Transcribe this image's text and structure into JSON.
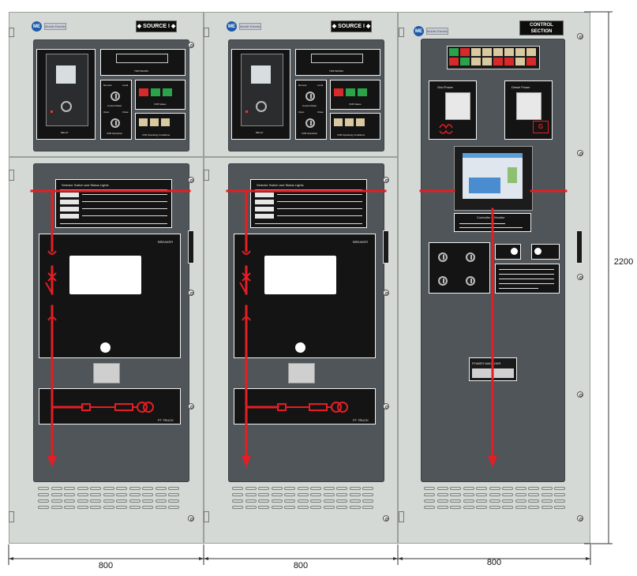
{
  "sections": [
    {
      "badge": "SOURCE I",
      "breaker_label": "BREAKER",
      "pt_label": "PT TRUCK",
      "relay_label": "RELAY",
      "meter_label": "TRIP BANDS",
      "status_label": "VCB Status",
      "control_mode_label": "Control Mode",
      "operation_label": "VCB Operation",
      "conditions_label": "VCB Operating Conditions",
      "remote_label": "Remote",
      "local_label": "Local",
      "open_label": "Open",
      "close_label": "Close",
      "instructions_title": "Selector Switch and Status Lights"
    },
    {
      "badge": "SOURCE I",
      "breaker_label": "BREAKER",
      "pt_label": "PT TRUCK",
      "relay_label": "RELAY",
      "meter_label": "TRIP BANDS",
      "status_label": "VCB Status",
      "control_mode_label": "Control Mode",
      "operation_label": "VCB Operation",
      "conditions_label": "VCB Operating Conditions",
      "remote_label": "Remote",
      "local_label": "Local",
      "open_label": "Open",
      "close_label": "Close",
      "instructions_title": "Selector Switch and Status Lights"
    }
  ],
  "control": {
    "badge_line1": "CONTROL",
    "badge_line2": "SECTION",
    "left_meter_label": "Grid Power",
    "right_meter_label": "Diesel Power",
    "controller_label": "Controller & Monitor",
    "nameplate_title": "POWER MANAGER"
  },
  "logo": {
    "initials": "ME",
    "name": "Mobile Electric"
  },
  "dimensions": {
    "width_1": "800",
    "width_2": "800",
    "width_3": "800",
    "height": "2200"
  },
  "colors": {
    "cabinet": "#d5d9d5",
    "panel": "#4f5559",
    "bus": "#e31e24",
    "lamp_red": "#d72a2a",
    "lamp_green": "#2aa34a",
    "lamp_tan": "#d9c9a0"
  },
  "annunciator": [
    [
      "green",
      "red",
      "tan",
      "tan",
      "tan",
      "tan",
      "tan",
      "tan"
    ],
    [
      "red",
      "green",
      "tan",
      "tan",
      "red",
      "red",
      "tan",
      "red"
    ]
  ]
}
